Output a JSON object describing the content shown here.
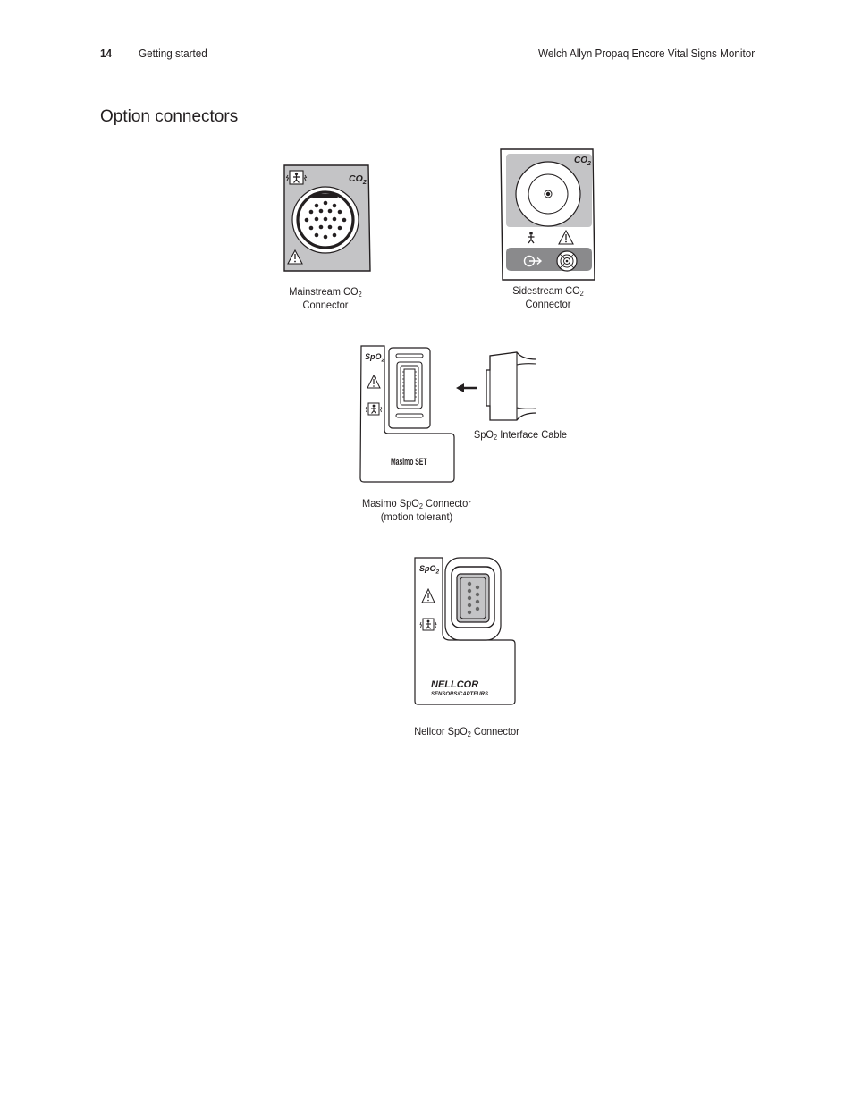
{
  "header": {
    "page_number": "14",
    "section": "Getting started",
    "document_title": "Welch Allyn Propaq Encore Vital Signs Monitor"
  },
  "heading": "Option connectors",
  "panel_labels": {
    "co2": "CO",
    "co2_sub": "2",
    "spo2": "SpO",
    "spo2_sub": "2",
    "masimo_logo": "Masimo SET",
    "nellcor_brand": "NELLCOR",
    "nellcor_sub": "SENSORS/CAPTEURS"
  },
  "captions": {
    "mainstream_l1_pre": "Mainstream CO",
    "mainstream_l1_sub": "2",
    "mainstream_l2": "Connector",
    "sidestream_l1_pre": "Sidestream CO",
    "sidestream_l1_sub": "2",
    "sidestream_l2": "Connector",
    "interface_pre": "SpO",
    "interface_sub": "2",
    "interface_post": " Interface Cable",
    "masimo_l1_pre": "Masimo SpO",
    "masimo_l1_sub": "2",
    "masimo_l1_post": " Connector",
    "masimo_l2": "(motion tolerant)",
    "nellcor_pre": "Nellcor SpO",
    "nellcor_sub": "2",
    "nellcor_post": " Connector"
  },
  "icons": [
    "patient-defib-icon",
    "warning-icon",
    "person-icon",
    "exhaust-icon",
    "arrow-left-icon"
  ],
  "colors": {
    "panel_gray": "#c4c4c6",
    "dark_gray": "#888888",
    "ink": "#231f20"
  }
}
